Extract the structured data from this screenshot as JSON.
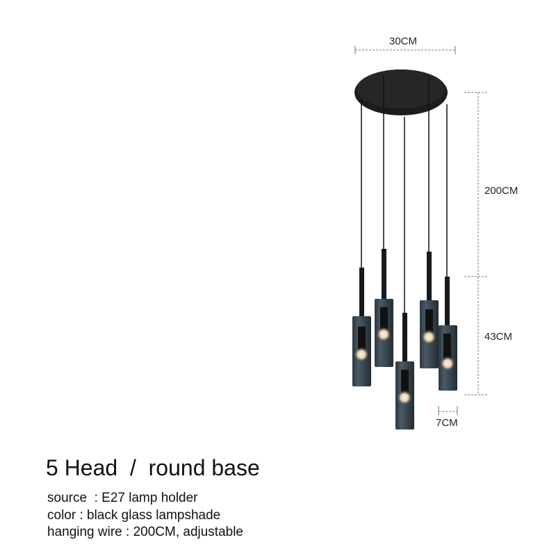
{
  "dimensions": {
    "width": "30CM",
    "wire_length": "200CM",
    "lamp_height": "43CM",
    "shade_width": "7CM"
  },
  "title": "5 Head  /  round base",
  "specs": [
    "source  : E27 lamp holder",
    "color : black glass lampshade",
    "hanging wire : 200CM, adjustable"
  ],
  "colors": {
    "canopy": "#1c1c1c",
    "shade": "#3a4750",
    "glow": "#f4e6cf"
  }
}
